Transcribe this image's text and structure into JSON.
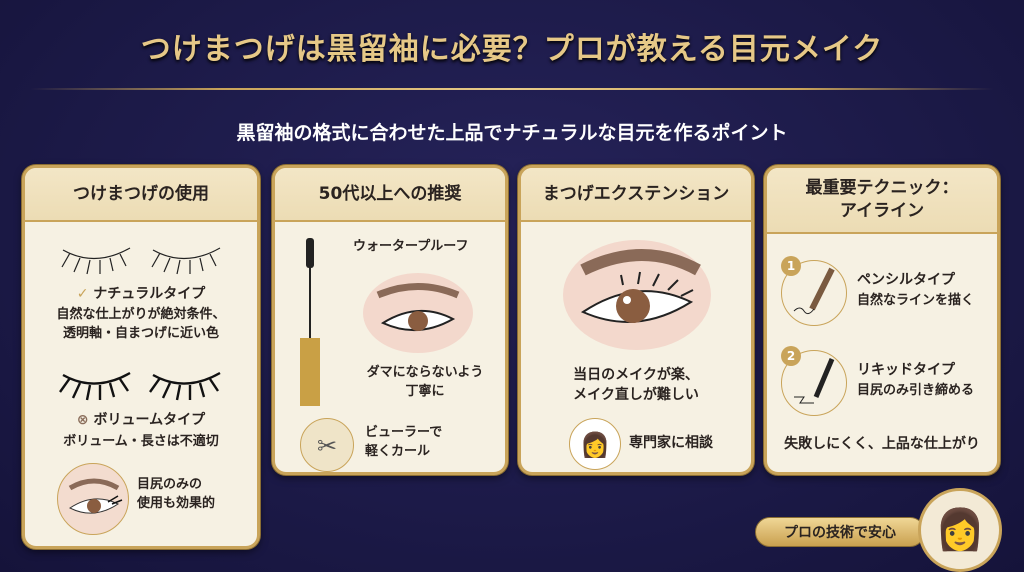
{
  "header": {
    "title": "つけまつげは黒留袖に必要？プロが教える目元メイク",
    "subtitle": "黒留袖の格式に合わせた上品でナチュラルな目元を作るポイント"
  },
  "cards": [
    {
      "title": "つけまつげの使用",
      "natural_label": "ナチュラルタイプ",
      "natural_desc": "自然な仕上がりが絶対条件、\n透明軸・自まつげに近い色",
      "volume_label": "ボリュームタイプ",
      "volume_desc": "ボリューム・長さは不適切",
      "tip": "目尻のみの\n使用も効果的"
    },
    {
      "title": "50代以上への推奨",
      "waterproof": "ウォータープルーフ",
      "careful": "ダマにならないよう\n丁寧に",
      "curler": "ビューラーで\n軽くカール"
    },
    {
      "title": "まつげエクステンション",
      "desc": "当日のメイクが楽、\nメイク直しが難しい",
      "consult": "専門家に相談"
    },
    {
      "title": "最重要テクニック：\nアイライン",
      "steps": [
        {
          "num": "1",
          "label": "ペンシルタイプ",
          "desc": "自然なラインを描く"
        },
        {
          "num": "2",
          "label": "リキッドタイプ",
          "desc": "目尻のみ引き締める"
        }
      ],
      "summary": "失敗しにくく、上品な仕上がり"
    }
  ],
  "badge": "プロの技術で安心",
  "colors": {
    "background": "#1c1a48",
    "gold": "#c9a45a",
    "card": "#f6f1e3"
  }
}
